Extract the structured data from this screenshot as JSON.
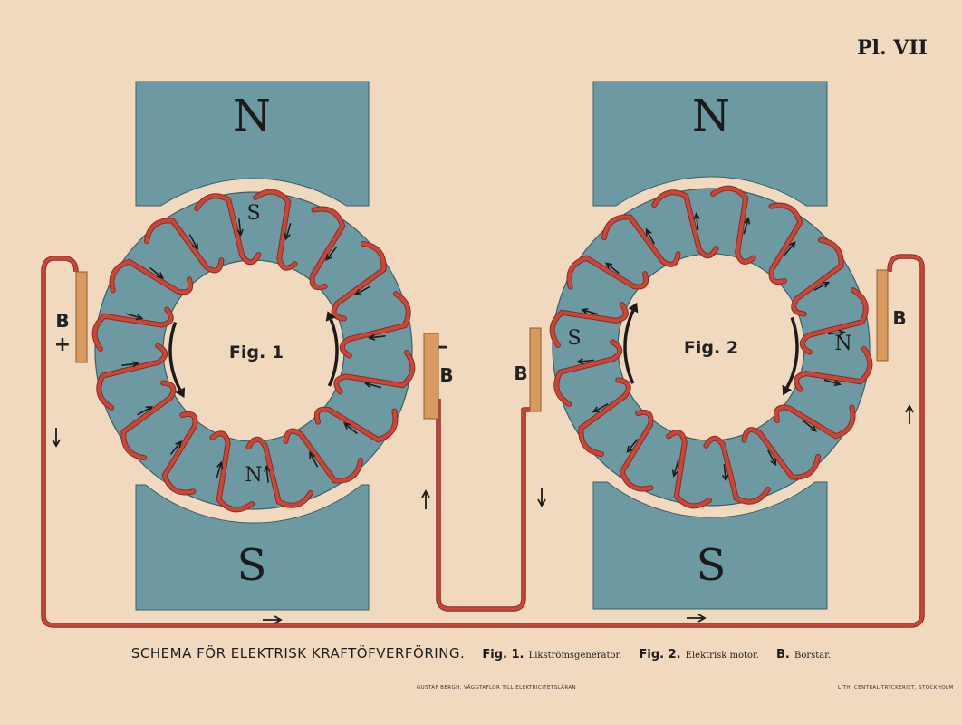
{
  "plate_number": "Pl. VII",
  "figure1": {
    "label": "Fig. 1",
    "magnet_top": "N",
    "magnet_bottom": "S",
    "ring_top_pole": "S",
    "ring_bottom_pole": "N",
    "brush_left": "B",
    "brush_left_sign": "+",
    "brush_right": "B",
    "brush_right_sign": "–"
  },
  "figure2": {
    "label": "Fig. 2",
    "magnet_top": "N",
    "magnet_bottom": "S",
    "ring_left_pole": "S",
    "ring_right_pole": "N",
    "brush_left": "B",
    "brush_right": "B"
  },
  "caption": {
    "title": "SCHEMA FÖR ELEKTRISK KRAFTÖFVERFÖRING.",
    "items": [
      {
        "key": "Fig. 1.",
        "text": "Likströmsgenerator."
      },
      {
        "key": "Fig. 2.",
        "text": "Elektrisk motor."
      },
      {
        "key": "B.",
        "text": "Borstar."
      }
    ]
  },
  "publisher_left": "GUSTAF BERGH, VÄGGTAFLOR TILL ELEKTRICITETSLÄRAN",
  "publisher_right": "LITH. CENTRAL-TRYCKERIET, STOCKHOLM",
  "colors": {
    "paper": "#f1d9c0",
    "iron": "#6d99a2",
    "iron_edge": "#3d5d66",
    "wire": "#c8463a",
    "wire_edge": "#8a2a22",
    "brush": "#d89a5e",
    "arrow": "#1b1b1b"
  }
}
